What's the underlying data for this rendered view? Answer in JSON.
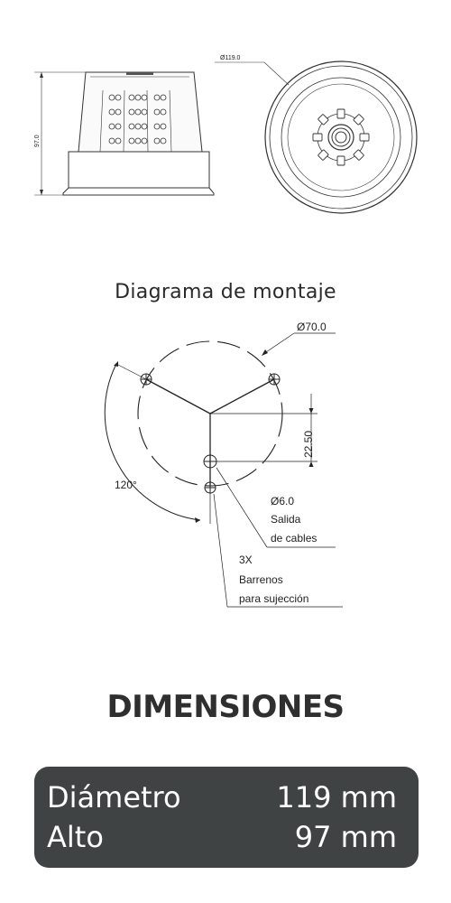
{
  "top_drawing": {
    "height_label": "97.0",
    "diameter_label": "Ø119.0"
  },
  "montaje": {
    "title": "Diagrama de montaje",
    "circle_diameter": "Ø70.0",
    "offset": "22.50",
    "angle": "120°",
    "hole_diameter": "Ø6.0",
    "hole_text_1": "Salida",
    "hole_text_2": "de cables",
    "count": "3X",
    "mount_text_1": "Barrenos",
    "mount_text_2": "para sujección"
  },
  "dimensions": {
    "title": "DIMENSIONES",
    "rows": [
      {
        "label": "Diámetro",
        "value": "119 mm"
      },
      {
        "label": "Alto",
        "value": "97 mm"
      }
    ]
  }
}
